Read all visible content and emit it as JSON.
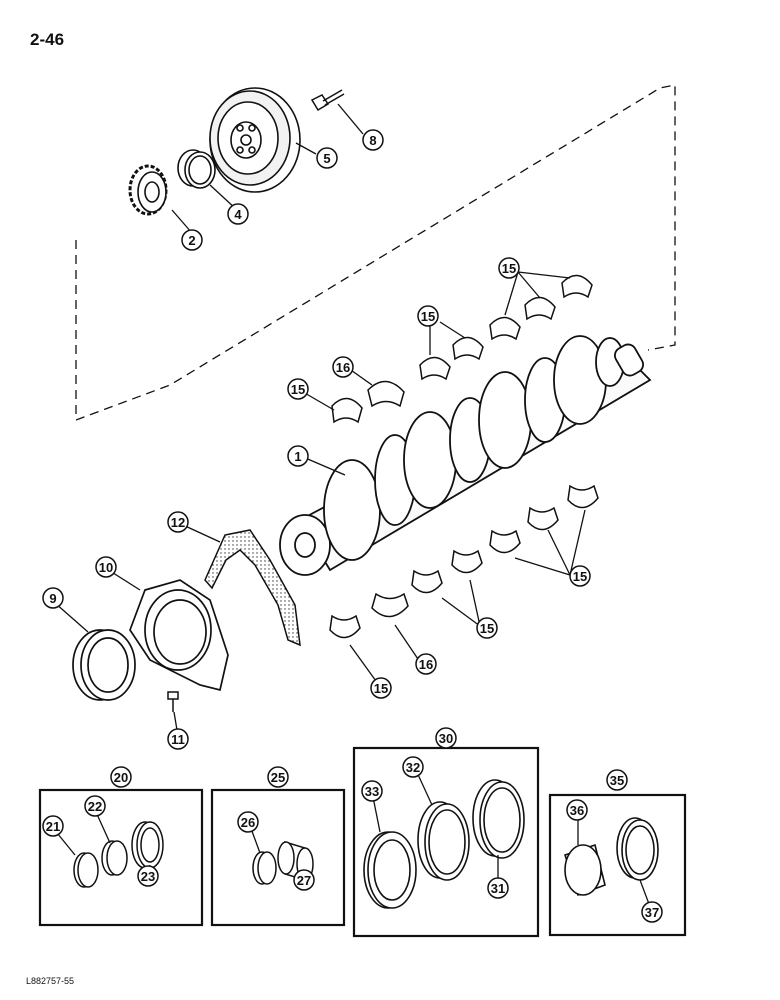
{
  "page": {
    "number": "2-46",
    "figure_code": "L882757-55"
  },
  "callouts": {
    "c1": "1",
    "c2": "2",
    "c4": "4",
    "c5": "5",
    "c8": "8",
    "c9": "9",
    "c10": "10",
    "c11": "11",
    "c12": "12",
    "c15": "15",
    "c16": "16",
    "c20": "20",
    "c21": "21",
    "c22": "22",
    "c23": "23",
    "c25": "25",
    "c26": "26",
    "c27": "27",
    "c30": "30",
    "c31": "31",
    "c32": "32",
    "c33": "33",
    "c35": "35",
    "c36": "36",
    "c37": "37"
  },
  "colors": {
    "line": "#111111",
    "fill": "#ffffff",
    "shade": "#bbbbbb"
  }
}
